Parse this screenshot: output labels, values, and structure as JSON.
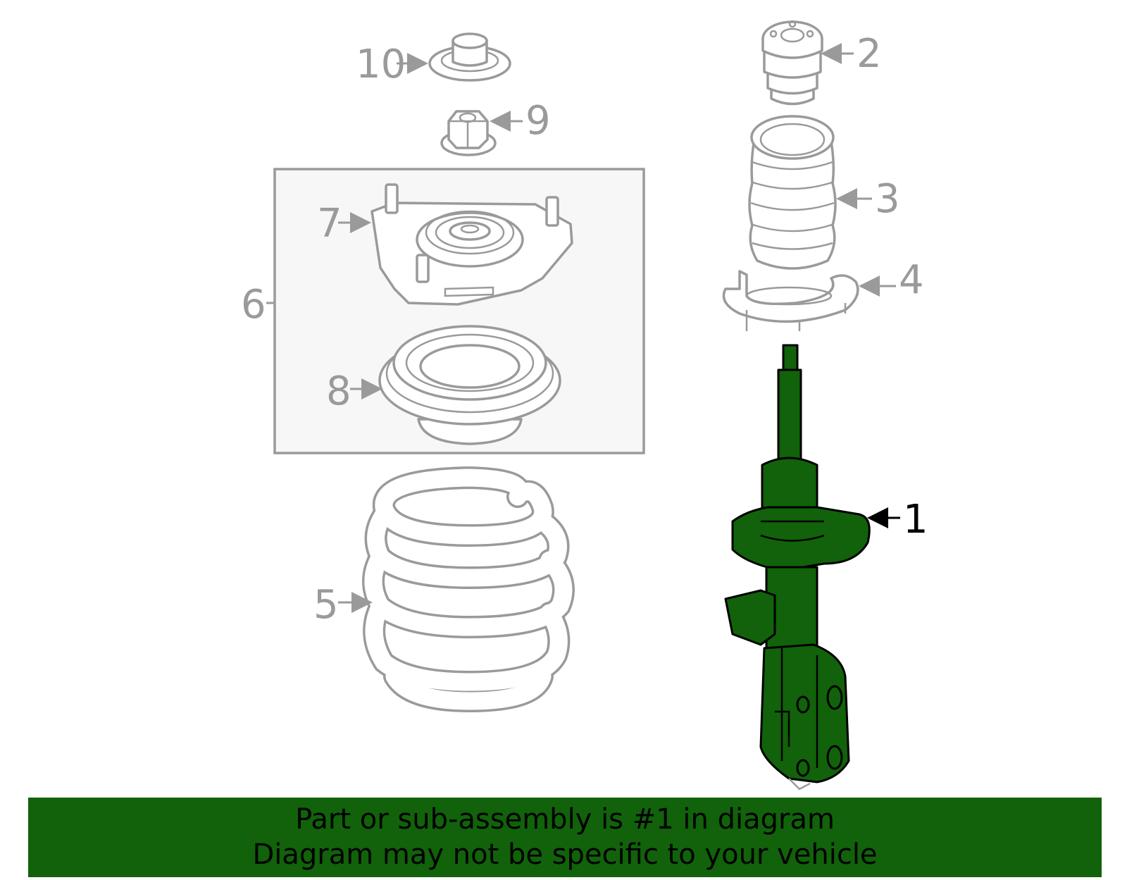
{
  "callouts": {
    "c1": "1",
    "c2": "2",
    "c3": "3",
    "c4": "4",
    "c5": "5",
    "c6": "6",
    "c7": "7",
    "c8": "8",
    "c9": "9",
    "c10": "10"
  },
  "banner": {
    "line1": "Part or sub-assembly is #1 in diagram",
    "line2": "Diagram may not be specific to your vehicle"
  },
  "colors": {
    "highlight": "#11620a",
    "outline": "#9a9a9a",
    "subassembly_box_fill": "#f7f7f7"
  }
}
